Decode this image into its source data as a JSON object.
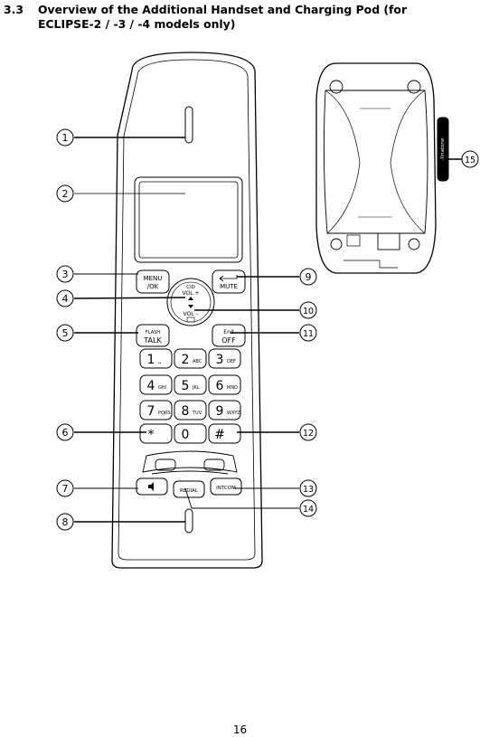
{
  "section": {
    "number": "3.3",
    "title_line1": "Overview of the Additional Handset and Charging Pod (for",
    "title_line2": "ECLIPSE-2 / -3 / -4 models only)"
  },
  "callouts": [
    "1",
    "2",
    "3",
    "4",
    "5",
    "6",
    "7",
    "8",
    "9",
    "10",
    "11",
    "12",
    "13",
    "14",
    "15"
  ],
  "handset_keys": {
    "menu": "MENU",
    "ok": "/OK",
    "mute": "MUTE",
    "cid": "CID",
    "vol_plus": "VOL +",
    "vol_minus": "VOL –",
    "flash": "FLASH",
    "talk": "TALK",
    "end": "End",
    "off": "OFF",
    "redial": "REDIAL",
    "intcom": "INTCOM",
    "digits": [
      {
        "d": "1",
        "l": "␣"
      },
      {
        "d": "2",
        "l": "ABC"
      },
      {
        "d": "3",
        "l": "DEF"
      },
      {
        "d": "4",
        "l": "GHI"
      },
      {
        "d": "5",
        "l": "JKL"
      },
      {
        "d": "6",
        "l": "MNO"
      },
      {
        "d": "7",
        "l": "PQRS"
      },
      {
        "d": "8",
        "l": "TUV"
      },
      {
        "d": "9",
        "l": "WXYZ"
      },
      {
        "d": "*",
        "l": ""
      },
      {
        "d": "0",
        "l": ""
      },
      {
        "d": "#",
        "l": ""
      }
    ]
  },
  "charger_brand": "Binatone",
  "page_number": "16"
}
